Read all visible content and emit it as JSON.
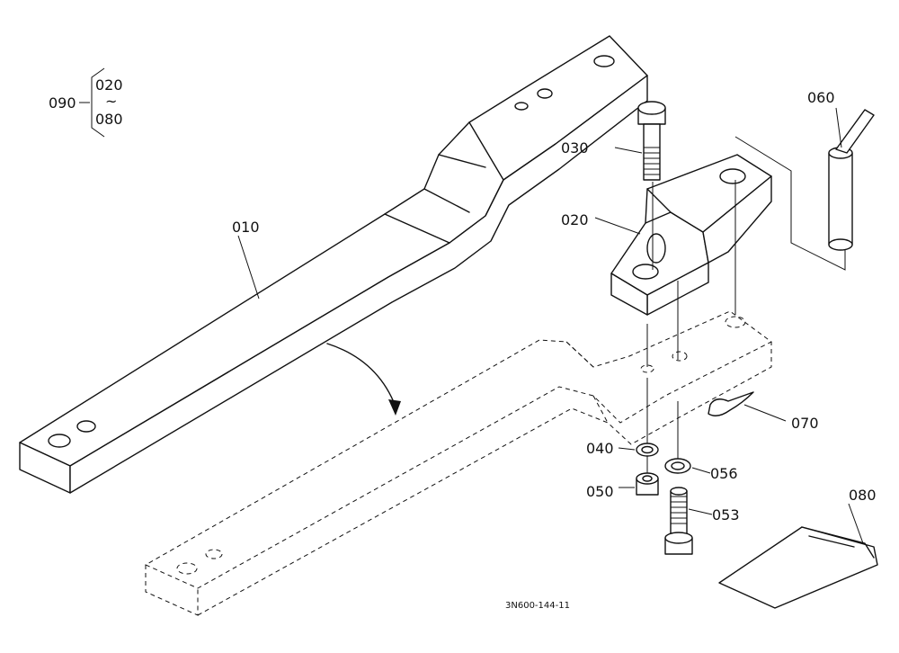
{
  "callouts": {
    "c010": "010",
    "c020": "020",
    "c030": "030",
    "c040": "040",
    "c050": "050",
    "c053": "053",
    "c056": "056",
    "c060": "060",
    "c070": "070",
    "c080": "080"
  },
  "kit": {
    "parent": "090",
    "range_from": "020",
    "tilde": "~",
    "range_to": "080"
  },
  "drawing_code": "3N600-144-11"
}
